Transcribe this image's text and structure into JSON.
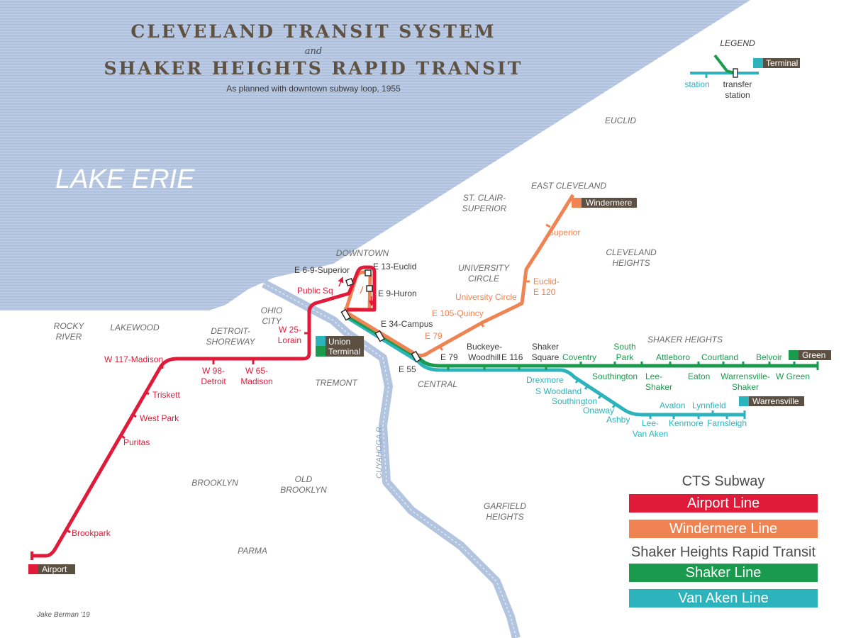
{
  "title": {
    "line1": "CLEVELAND TRANSIT SYSTEM",
    "and": "and",
    "line2": "SHAKER HEIGHTS RAPID TRANSIT",
    "subtitle": "As planned with downtown subway loop, 1955"
  },
  "legend": {
    "title": "LEGEND",
    "terminal": "Terminal",
    "station": "station",
    "transfer": [
      "transfer",
      "station"
    ]
  },
  "colors": {
    "airport": "#e01b3a",
    "windermere": "#ef8352",
    "shaker": "#1a9a4d",
    "vanaken": "#2cb3bb",
    "terminal_bg": "#5c5042",
    "lake": "#b7c8e2",
    "river": "#b7c8e2"
  },
  "water": {
    "lake": "LAKE ERIE",
    "river": "CUYAHOGA R."
  },
  "regions": {
    "euclid": "EUCLID",
    "east_cleveland": "EAST CLEVELAND",
    "st_clair": [
      "ST. CLAIR-",
      "SUPERIOR"
    ],
    "downtown": "DOWNTOWN",
    "university_circle": [
      "UNIVERSITY",
      "CIRCLE"
    ],
    "cleveland_heights": [
      "CLEVELAND",
      "HEIGHTS"
    ],
    "shaker_heights": "SHAKER HEIGHTS",
    "rocky_river": [
      "ROCKY",
      "RIVER"
    ],
    "lakewood": "LAKEWOOD",
    "detroit_shoreway": [
      "DETROIT-",
      "SHOREWAY"
    ],
    "ohio_city": [
      "OHIO",
      "CITY"
    ],
    "tremont": "TREMONT",
    "central": "CENTRAL",
    "brooklyn": "BROOKLYN",
    "old_brooklyn": [
      "OLD",
      "BROOKLYN"
    ],
    "garfield_heights": [
      "GARFIELD",
      "HEIGHTS"
    ],
    "parma": "PARMA"
  },
  "terminals": {
    "windermere": "Windermere",
    "union": [
      "Union",
      "Terminal"
    ],
    "green": "Green",
    "warrensville": "Warrensville",
    "airport": "Airport"
  },
  "stations": {
    "airport_line": {
      "brookpark": "Brookpark",
      "puritas": "Puritas",
      "west_park": "West Park",
      "triskett": "Triskett",
      "w117": "W 117-Madison",
      "w98": [
        "W 98-",
        "Detroit"
      ],
      "w65": [
        "W 65-",
        "Madison"
      ],
      "w25": [
        "W 25-",
        "Lorain"
      ],
      "public_sq": "Public Sq"
    },
    "loop": {
      "e69": "E 6-9-Superior",
      "e13": "E 13-Euclid",
      "e9": "E 9-Huron",
      "e34": "E 34-Campus",
      "e55": "E 55"
    },
    "windermere_line": {
      "e79": "E 79",
      "e105": "E 105-Quincy",
      "university_circle": "University Circle",
      "euclid_e120": [
        "Euclid-",
        "E 120"
      ],
      "superior": "Superior"
    },
    "shaker_line": {
      "e79": "E 79",
      "buckeye": [
        "Buckeye-",
        "Woodhill"
      ],
      "e116": "E 116",
      "shaker_square": [
        "Shaker",
        "Square"
      ],
      "coventry": "Coventry",
      "southington": "Southington",
      "south_park": [
        "South",
        "Park"
      ],
      "lee_shaker": [
        "Lee-",
        "Shaker"
      ],
      "attleboro": "Attleboro",
      "eaton": "Eaton",
      "courtland": "Courtland",
      "warrensville_shaker": [
        "Warrensville-",
        "Shaker"
      ],
      "belvoir": "Belvoir",
      "w_green": "W Green"
    },
    "vanaken_line": {
      "drexmore": "Drexmore",
      "s_woodland": "S Woodland",
      "southington": "Southington",
      "onaway": "Onaway",
      "ashby": "Ashby",
      "lee_vanaken": [
        "Lee-",
        "Van Aken"
      ],
      "avalon": "Avalon",
      "kenmore": "Kenmore",
      "lynnfield": "Lynnfield",
      "farnsleigh": "Farnsleigh"
    }
  },
  "key": {
    "cts": "CTS Subway",
    "airport": "Airport Line",
    "windermere": "Windermere Line",
    "shr": "Shaker Heights Rapid Transit",
    "shaker": "Shaker Line",
    "vanaken": "Van Aken Line"
  },
  "credit": "Jake Berman '19"
}
